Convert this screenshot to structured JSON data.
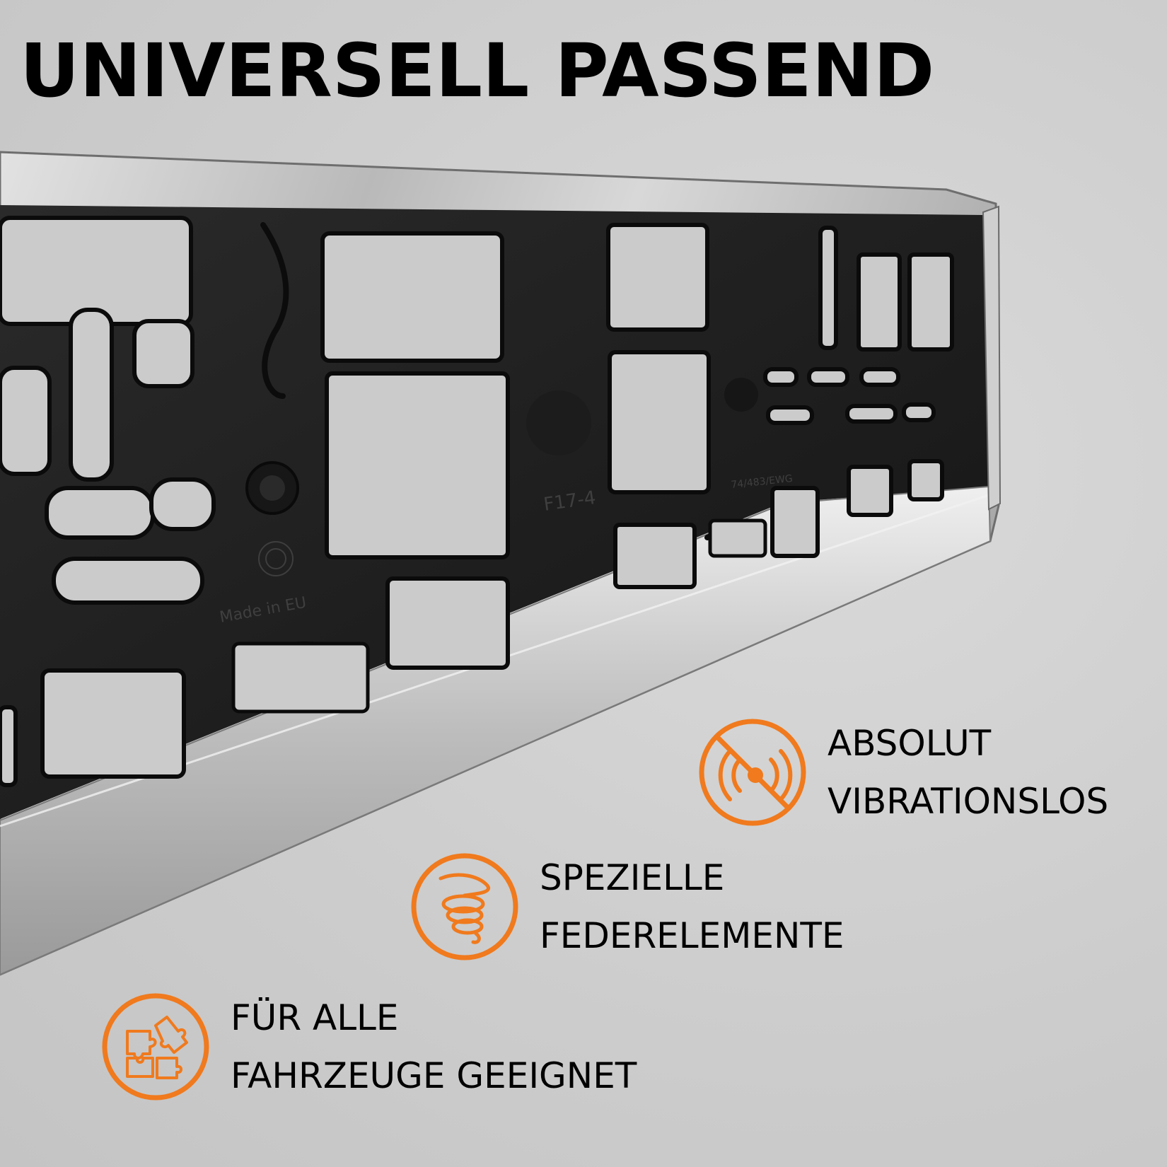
{
  "headline": "UNIVERSELL PASSEND",
  "accent_color": "#f07a1d",
  "frame_markings": {
    "code": "F17-4",
    "origin": "Made in EU",
    "approval": "74/483/EWG"
  },
  "features": [
    {
      "icon": "no-vibration-icon",
      "line1": "ABSOLUT",
      "line2": "VIBRATIONSLOS"
    },
    {
      "icon": "spring-icon",
      "line1": "SPEZIELLE",
      "line2": "FEDERELEMENTE"
    },
    {
      "icon": "puzzle-icon",
      "line1": "FÜR ALLE",
      "line2": "FAHRZEUGE GEEIGNET"
    }
  ]
}
